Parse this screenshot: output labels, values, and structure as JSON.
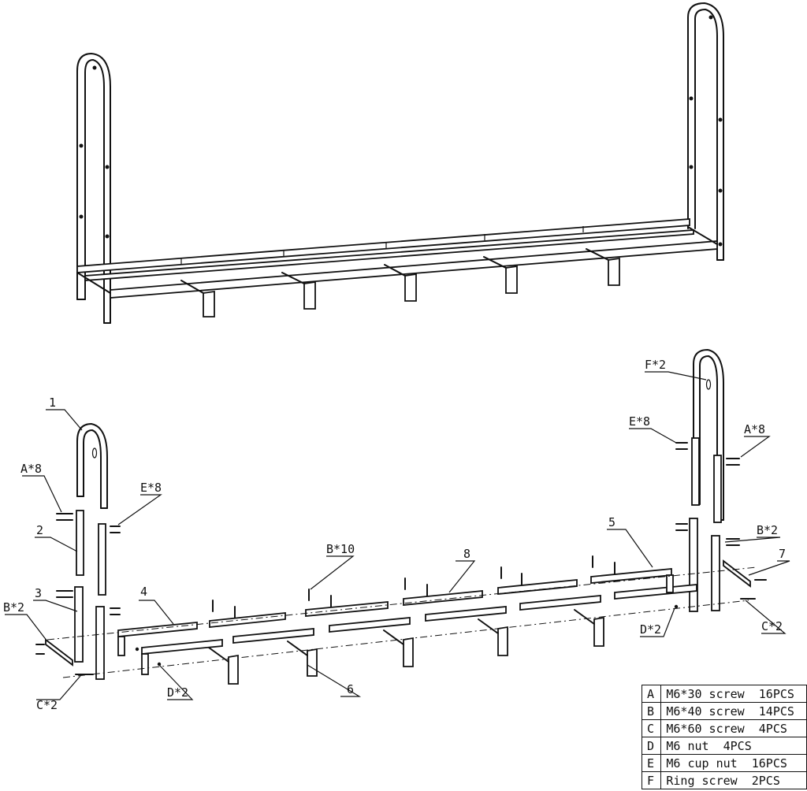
{
  "callouts": {
    "part_1": "1",
    "part_2": "2",
    "part_3": "3",
    "part_4": "4",
    "part_5": "5",
    "part_6": "6",
    "part_7": "7",
    "part_8": "8",
    "a_left": "A*8",
    "a_right": "A*8",
    "e_left": "E*8",
    "e_right": "E*8",
    "b_left": "B*2",
    "b_right": "B*2",
    "b_top": "B*10",
    "c_left": "C*2",
    "c_right": "C*2",
    "d_left": "D*2",
    "d_right": "D*2",
    "f_top": "F*2"
  },
  "parts_list": [
    {
      "code": "A",
      "desc": "M6*30 screw  16PCS"
    },
    {
      "code": "B",
      "desc": "M6*40 screw  14PCS"
    },
    {
      "code": "C",
      "desc": "M6*60 screw  4PCS"
    },
    {
      "code": "D",
      "desc": "M6 nut  4PCS"
    },
    {
      "code": "E",
      "desc": "M6 cup nut  16PCS"
    },
    {
      "code": "F",
      "desc": "Ring screw  2PCS"
    }
  ]
}
